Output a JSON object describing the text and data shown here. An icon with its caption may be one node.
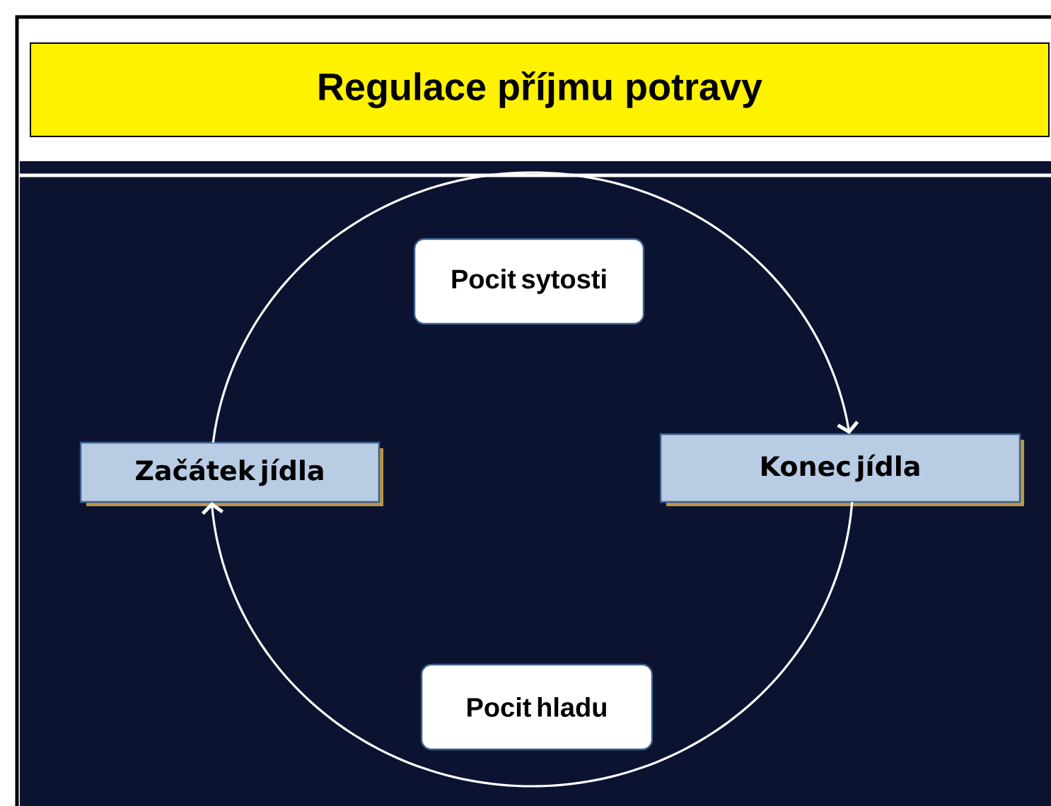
{
  "diagram": {
    "title": "Regulace příjmu potravy",
    "nodes": [
      {
        "text": [
          "Pocit sytosti"
        ]
      },
      {
        "text": [
          "Začátek jídla"
        ]
      },
      {
        "text": [
          "Konec jídla"
        ]
      },
      {
        "text": [
          "Pocit hladu"
        ]
      }
    ],
    "edges": [
      {
        "from": 1,
        "to": 2,
        "arrow": "to"
      },
      {
        "from": 2,
        "to": 1,
        "arrow": "to"
      }
    ]
  }
}
